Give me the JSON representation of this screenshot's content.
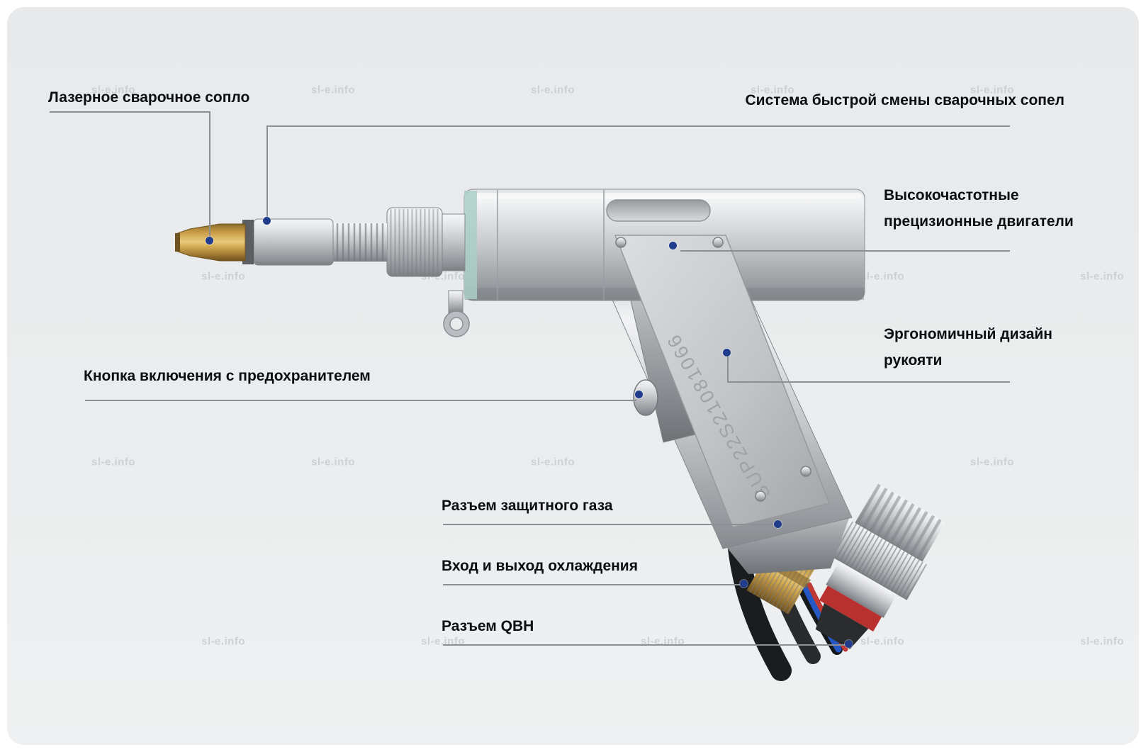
{
  "diagram": {
    "watermark": "sl-e.info",
    "serial": "SUP22S21081066",
    "labels": {
      "nozzle": "Лазерное сварочное сопло",
      "quick_change": "Система быстрой смены сварочных сопел",
      "motors": "Высокочастотные прецизионные двигатели",
      "ergonomic": "Эргономичный дизайн рукояти",
      "trigger": "Кнопка включения с предохранителем",
      "gas": "Разъем защитного газа",
      "cooling": "Вход и выход охлаждения",
      "qbh": "Разъем QBH"
    },
    "colors": {
      "marker_dot": "#1f3d8c",
      "leader_line": "#8b9096",
      "label_text": "#0c0d12",
      "brass": "#c79a44",
      "glass_window": "#a9cfc6",
      "card_background": "#e9ebed"
    }
  }
}
